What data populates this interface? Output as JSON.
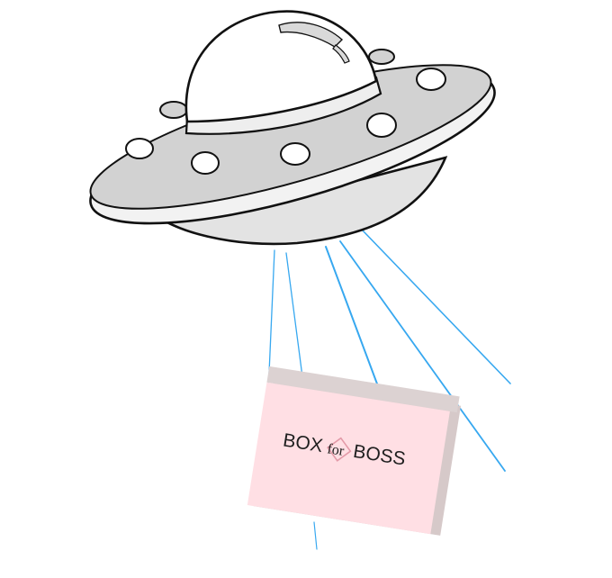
{
  "scene": {
    "ufo_icon": "ufo-icon",
    "beam_color": "#37a8f0",
    "box": {
      "brand_left": "BOX",
      "brand_mid": "for",
      "brand_right": "BOSS",
      "fill_color": "#ffdfe4",
      "top_color": "#dcd2d2",
      "side_color": "#d6c9c9"
    },
    "ufo_colors": {
      "outline": "#111111",
      "body": "#d2d2d2",
      "rim": "#eeeeee",
      "dome": "#ffffff"
    }
  }
}
